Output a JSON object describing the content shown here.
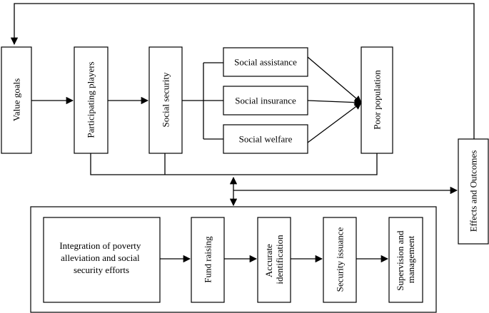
{
  "nodes": {
    "value_goals": "Value goals",
    "participating_players": "Participating players",
    "social_security": "Social security",
    "social_assistance": "Social assistance",
    "social_insurance": "Social insurance",
    "social_welfare": "Social welfare",
    "poor_population": "Poor population",
    "effects_outcomes": "Effects and Outcomes",
    "integration": [
      "Integration of poverty",
      "alleviation and social",
      "security efforts"
    ],
    "fund_raising": "Fund raising",
    "accurate_identification": [
      "Accurate",
      "identification"
    ],
    "security_issuance": "Security issuance",
    "supervision_management": [
      "Supervision and",
      "management"
    ]
  }
}
